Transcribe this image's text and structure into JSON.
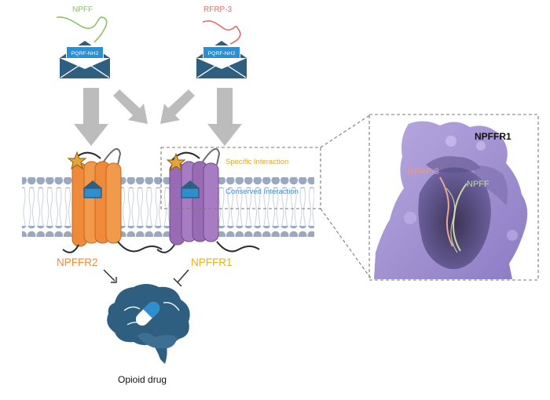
{
  "ligands": {
    "left": {
      "name": "NPFF",
      "envelope_text": "PQRF-NH2"
    },
    "right": {
      "name": "RFRP-3",
      "envelope_text": "PQRF-NH2"
    }
  },
  "receptors": {
    "left": "NPFFR2",
    "right": "NPFFR1"
  },
  "interactions": {
    "specific": "Specific Interaction",
    "conserved": "Conserved Interaction"
  },
  "zoom": {
    "title": "NPFFR1",
    "label_rfrp3": "RFRP-3",
    "label_npff": "NPFF"
  },
  "brain": {
    "caption": "Opioid drug"
  },
  "colors": {
    "npff": "#8cc265",
    "rfrp3": "#e46c6c",
    "envelope": "#2f5f80",
    "envelope_label": "#2e8fd0",
    "npffr2": "#ee8a3a",
    "npffr1": "#9a6bb5",
    "specific": "#e8a428",
    "conserved": "#3d8ed1",
    "membrane": "#9aa8c0",
    "brain": "#2f5f80",
    "arrow": "#bcbcbc"
  }
}
